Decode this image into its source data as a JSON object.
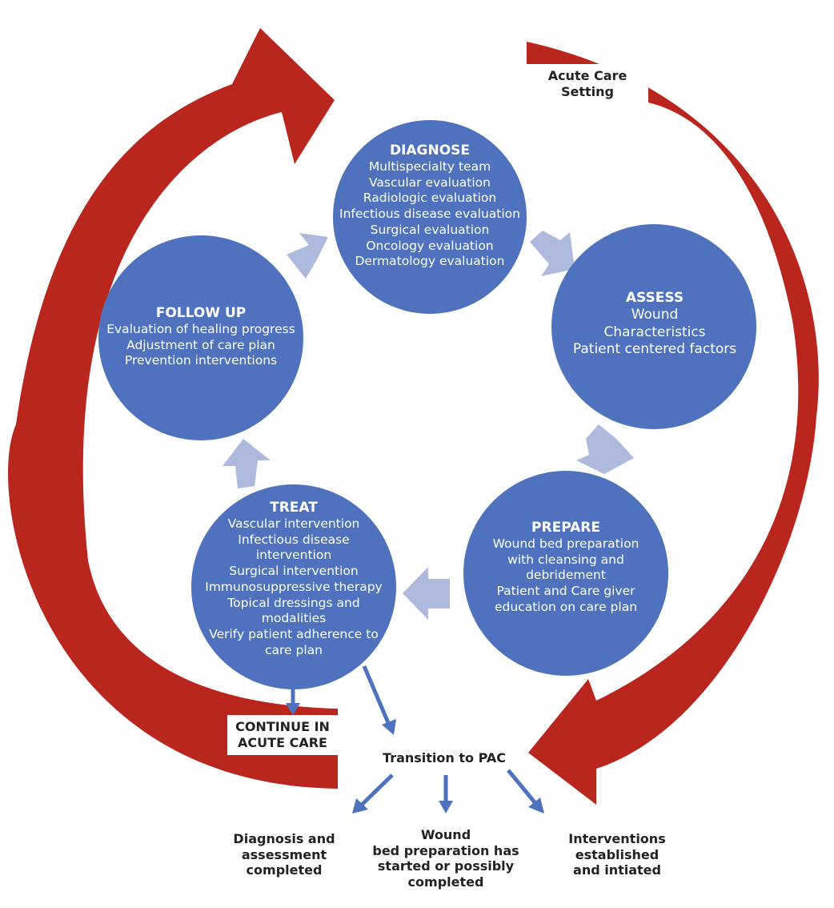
{
  "colors": {
    "circle": "#4f72be",
    "light_arrow": "#adbade",
    "red_arrow": "#b8261e",
    "blue_arrow": "#4f72be"
  },
  "setting_label": "Acute Care Setting",
  "setting_label_lines": [
    "Acute Care",
    "Setting"
  ],
  "continue_label_lines": [
    "CONTINUE IN",
    "ACUTE CARE"
  ],
  "transition_label": "Transition to PAC",
  "stages": {
    "diagnose": {
      "title": "DIAGNOSE",
      "items": [
        "Multispecialty team",
        "Vascular evaluation",
        "Radiologic evaluation",
        "Infectious disease evaluation",
        "Surgical evaluation",
        "Oncology evaluation",
        "Dermatology evaluation"
      ]
    },
    "assess": {
      "title": "ASSESS",
      "items": [
        "Wound",
        "Characteristics",
        "Patient centered factors"
      ]
    },
    "prepare": {
      "title": "PREPARE",
      "items": [
        "Wound bed preparation",
        "with cleansing and",
        "debridement",
        "Patient and Care giver",
        "education on care plan"
      ]
    },
    "treat": {
      "title": "TREAT",
      "items": [
        "Vascular intervention",
        "Infectious disease",
        "intervention",
        "Surgical intervention",
        "Immunosuppressive therapy",
        "Topical dressings and",
        "modalities",
        "Verify patient adherence to",
        "care plan"
      ]
    },
    "follow_up": {
      "title": "FOLLOW UP",
      "items": [
        "Evaluation of healing progress",
        "Adjustment of care plan",
        "Prevention interventions"
      ]
    }
  },
  "outcomes": {
    "left": [
      "Diagnosis and",
      "assessment",
      "completed"
    ],
    "middle": [
      "Wound",
      "bed",
      "preparation has",
      "started or possibly",
      "completed"
    ],
    "right": [
      "Interventions",
      "established",
      "and intiated"
    ]
  }
}
